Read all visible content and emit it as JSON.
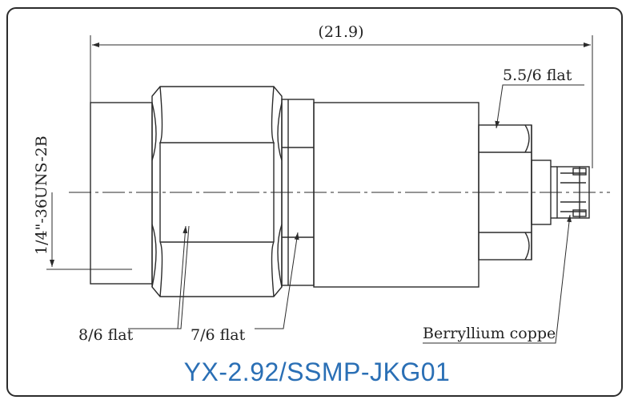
{
  "drawing": {
    "overall_length": "(21.9)",
    "thread_spec": "1/4\"-36UNS-2B",
    "flat_large": "8/6 flat",
    "flat_mid": "7/6 flat",
    "flat_small": "5.5/6 flat",
    "contact_material": "Berryllium coppe",
    "part_number": "YX-2.92/SSMP-JKG01"
  },
  "colors": {
    "line": "#2b2b2b",
    "title": "#2a6fb5"
  }
}
